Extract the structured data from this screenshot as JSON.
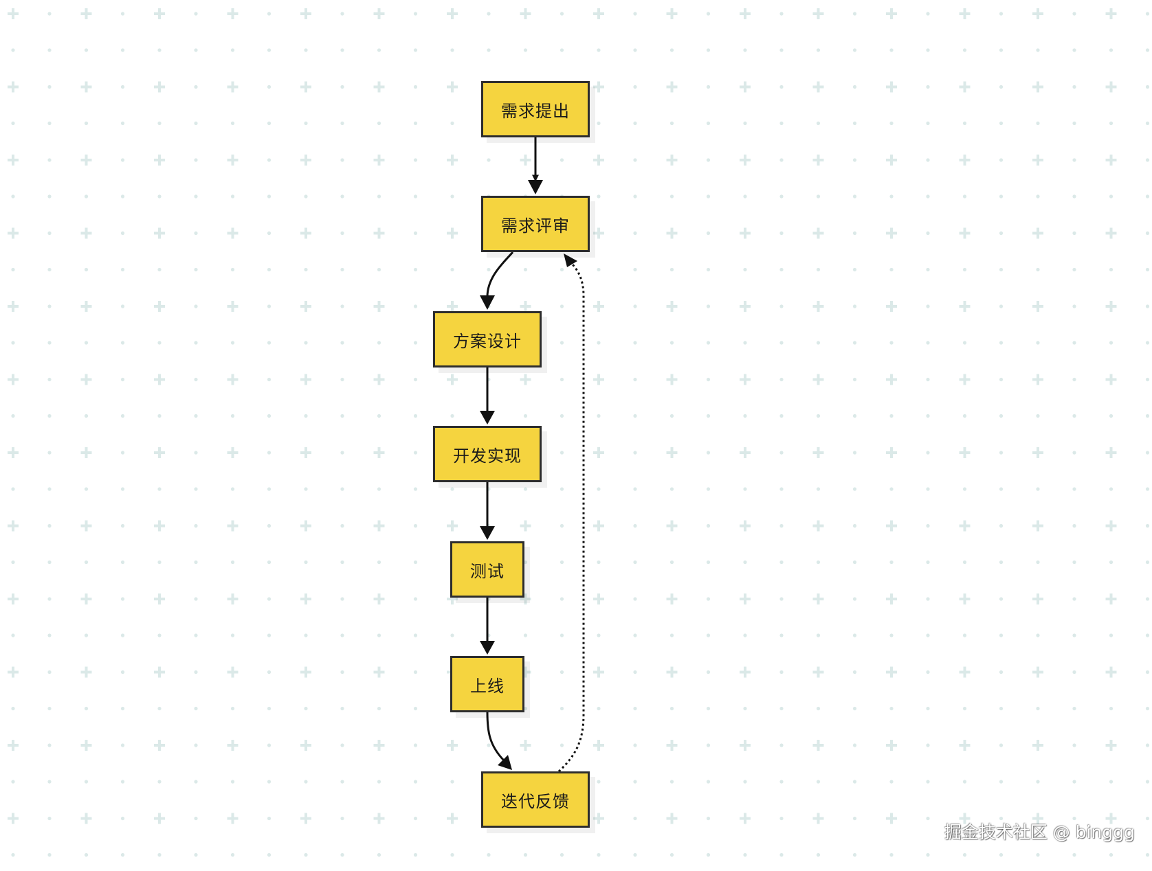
{
  "diagram": {
    "nodes": [
      {
        "id": "node-1",
        "label": "需求提出"
      },
      {
        "id": "node-2",
        "label": "需求评审"
      },
      {
        "id": "node-3",
        "label": "方案设计"
      },
      {
        "id": "node-4",
        "label": "开发实现"
      },
      {
        "id": "node-5",
        "label": "测试"
      },
      {
        "id": "node-6",
        "label": "上线"
      },
      {
        "id": "node-7",
        "label": "迭代反馈"
      }
    ],
    "edges": [
      {
        "from": "需求提出",
        "to": "需求评审",
        "style": "solid"
      },
      {
        "from": "需求评审",
        "to": "方案设计",
        "style": "solid"
      },
      {
        "from": "方案设计",
        "to": "开发实现",
        "style": "solid"
      },
      {
        "from": "开发实现",
        "to": "测试",
        "style": "solid"
      },
      {
        "from": "测试",
        "to": "上线",
        "style": "solid"
      },
      {
        "from": "上线",
        "to": "迭代反馈",
        "style": "solid"
      },
      {
        "from": "迭代反馈",
        "to": "需求评审",
        "style": "dotted"
      }
    ]
  },
  "watermark": "掘金技术社区 @ binggg",
  "colors": {
    "node_fill": "#f5d43f",
    "node_border": "#2d2d2d",
    "edge": "#111111",
    "grid": "#dbe9e8",
    "background": "#ffffff"
  }
}
